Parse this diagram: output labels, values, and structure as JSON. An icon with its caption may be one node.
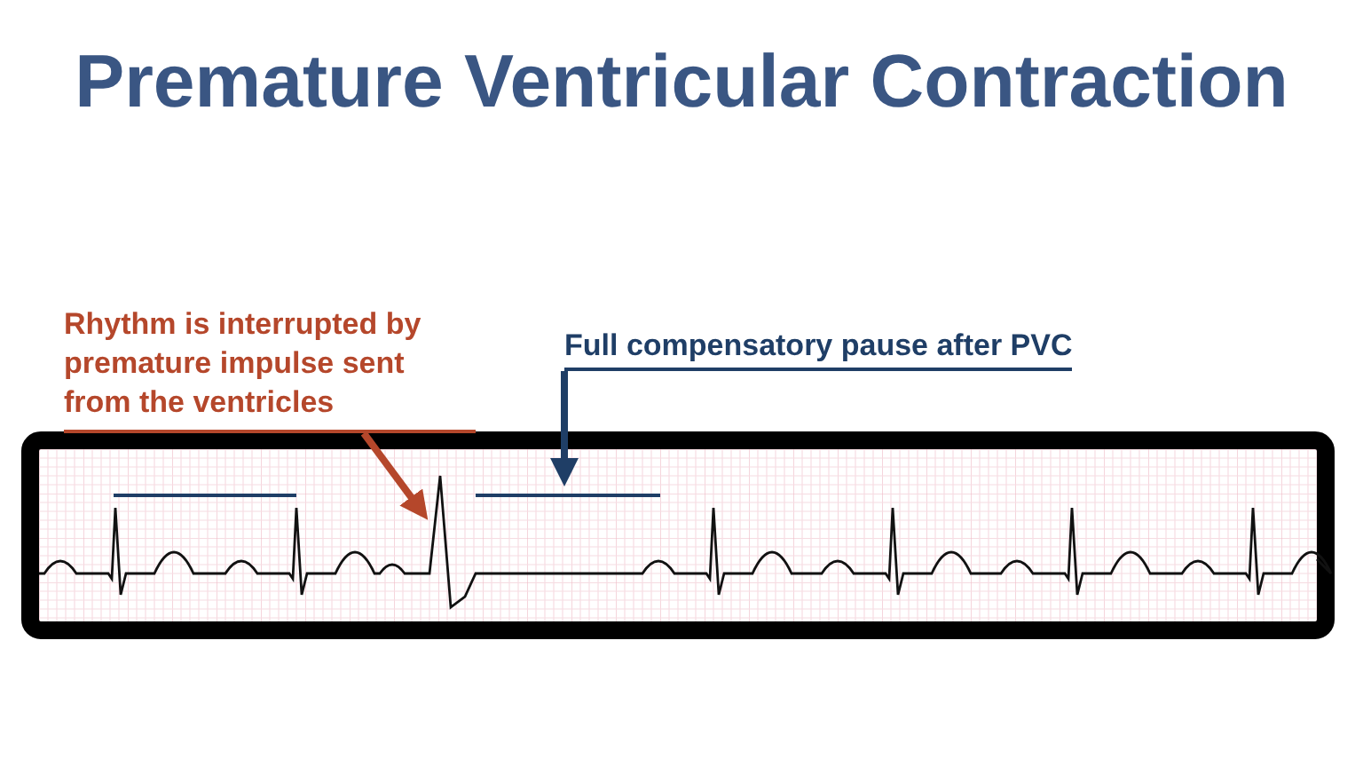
{
  "diagram": {
    "title": "Premature Ventricular Contraction",
    "nodes": [
      {
        "text": [
          "Rhythm is interrupted by premature impulse sent from the ventricles"
        ]
      },
      {
        "text": [
          "Full compensatory pause after PVC"
        ]
      }
    ],
    "edges": [
      {
        "from": 0,
        "to": null,
        "arrow": "to",
        "color": "#b5472b"
      },
      {
        "from": 1,
        "to": null,
        "arrow": "to",
        "color": "#1f3e66"
      }
    ]
  }
}
